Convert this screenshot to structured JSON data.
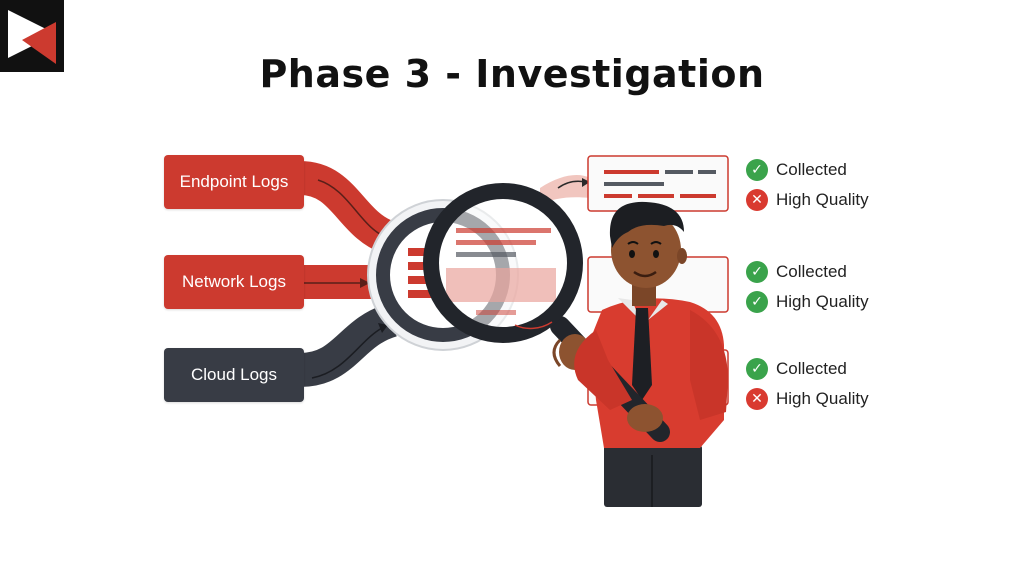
{
  "title": "Phase 3 - Investigation",
  "colors": {
    "red": "#cc3a2f",
    "dark": "#383c45",
    "green": "#3aa34b",
    "fail": "#d93a30",
    "shirt": "#d83c2f",
    "skin": "#8d5330"
  },
  "sources": [
    {
      "label": "Endpoint Logs",
      "color": "#cc3a2f"
    },
    {
      "label": "Network Logs",
      "color": "#cc3a2f"
    },
    {
      "label": "Cloud Logs",
      "color": "#383c45"
    }
  ],
  "results": [
    {
      "checks": [
        {
          "label": "Collected",
          "passed": true
        },
        {
          "label": "High Quality",
          "passed": false
        }
      ]
    },
    {
      "checks": [
        {
          "label": "Collected",
          "passed": true
        },
        {
          "label": "High Quality",
          "passed": true
        }
      ]
    },
    {
      "checks": [
        {
          "label": "Collected",
          "passed": true
        },
        {
          "label": "High Quality",
          "passed": false
        }
      ]
    }
  ],
  "icons": {
    "logo": "play-triangle-logo",
    "pass": "check-circle-icon",
    "fail": "x-circle-icon",
    "tool": "magnifying-glass-icon"
  }
}
